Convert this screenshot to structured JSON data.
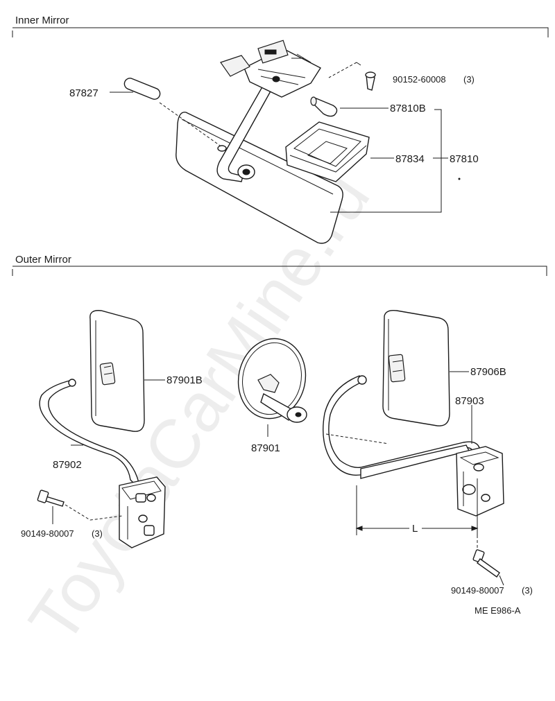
{
  "sections": {
    "inner": {
      "title": "Inner Mirror"
    },
    "outer": {
      "title": "Outer Mirror"
    }
  },
  "parts": {
    "p87827": "87827",
    "p90152": "90152-60008",
    "p90152_qty": "(3)",
    "p87810B": "87810B",
    "p87834": "87834",
    "p87810": "87810",
    "p87901B": "87901B",
    "p87902": "87902",
    "p90149_left": "90149-80007",
    "p90149_left_qty": "(3)",
    "p87901": "87901",
    "p87906B": "87906B",
    "p87903": "87903",
    "dim_L": "L",
    "p90149_right": "90149-80007",
    "p90149_right_qty": "(3)"
  },
  "figure_code": "ME E986-A",
  "watermark": "ToyotaCarMine.ru"
}
